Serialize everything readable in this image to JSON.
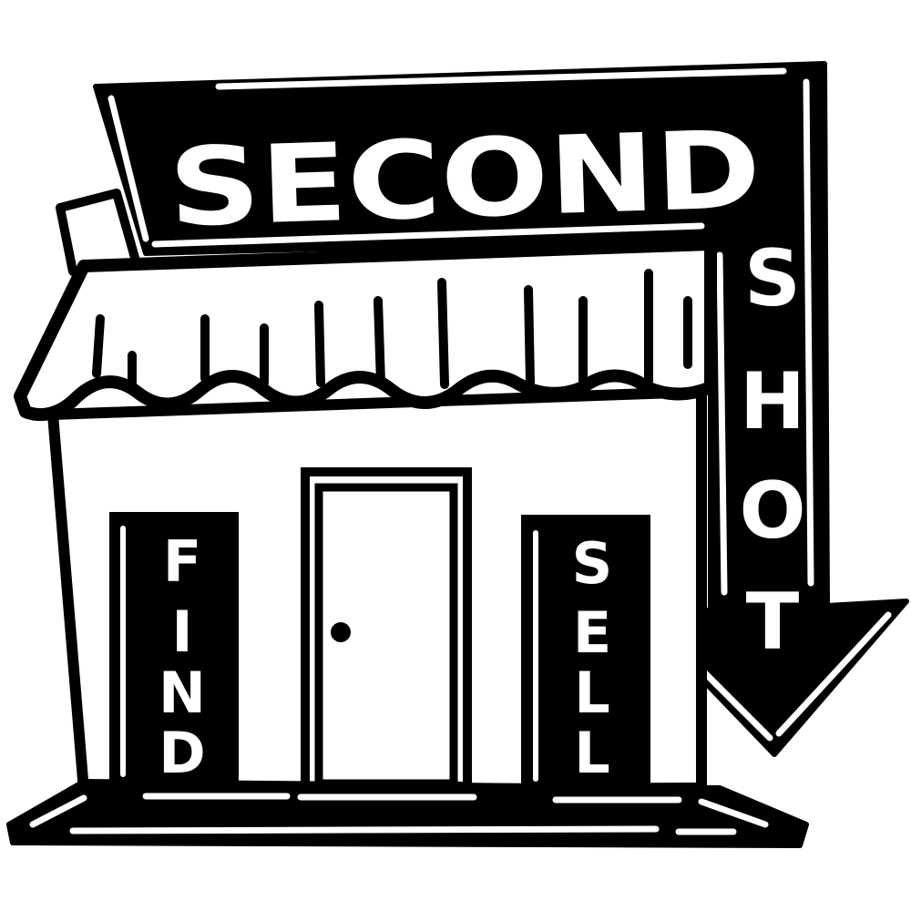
{
  "logo": {
    "banner_word": "SECOND",
    "vertical_word": [
      "S",
      "H",
      "O",
      "T"
    ],
    "left_window_word": [
      "F",
      "I",
      "N",
      "D"
    ],
    "right_window_word": [
      "S",
      "E",
      "L",
      "L"
    ]
  },
  "colors": {
    "ink": "#000000",
    "paper": "#ffffff"
  }
}
